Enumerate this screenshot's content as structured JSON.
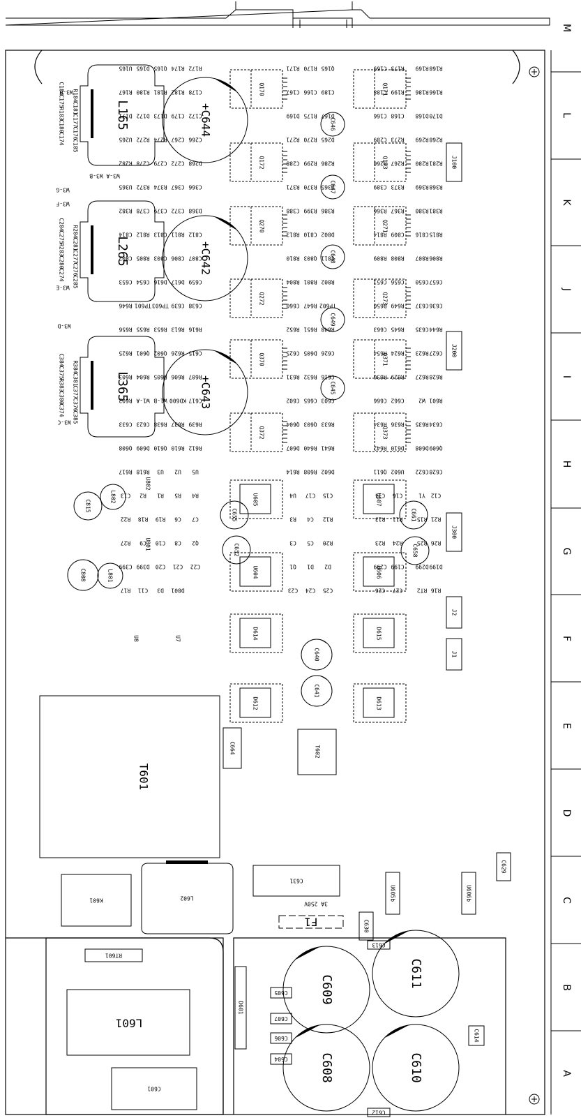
{
  "colors": {
    "ink": "#000000",
    "paper": "#ffffff",
    "fill": "#000000"
  },
  "zone_letters": [
    "M",
    "L",
    "K",
    "J",
    "I",
    "H",
    "G",
    "F",
    "E",
    "D",
    "C",
    "B",
    "A"
  ],
  "inductors": [
    "L165",
    "L265",
    "L365"
  ],
  "inductor_pads": [
    {
      "label": "W3-H"
    },
    {
      "label": "W3-A W3-B"
    },
    {
      "label": "W3-G"
    },
    {
      "label": "W3-F"
    },
    {
      "label": "W3-E"
    },
    {
      "label": "W3-D"
    },
    {
      "label": "W3-C"
    }
  ],
  "big_caps": [
    {
      "label": "+C644"
    },
    {
      "label": "+C642"
    },
    {
      "label": "+C643"
    }
  ],
  "small_caps_left": [
    "C184",
    "C175",
    "R183",
    "C180",
    "C174",
    "R184",
    "C181",
    "C177",
    "C176",
    "C185",
    "C284",
    "C275",
    "R283",
    "C280",
    "C274",
    "R284",
    "C281",
    "C277",
    "C276",
    "C285",
    "C384",
    "C375",
    "R383",
    "C380",
    "C374",
    "R384",
    "C381",
    "C377",
    "C376",
    "C385"
  ],
  "transistors": [
    "Q170",
    "Q171",
    "Q172",
    "Q173",
    "Q270",
    "Q271",
    "Q272",
    "Q273",
    "Q370",
    "Q371",
    "Q372",
    "Q373"
  ],
  "mid_caps": [
    "C646",
    "C647",
    "C648",
    "C649",
    "C645"
  ],
  "connectors": [
    "J100",
    "J200",
    "J300",
    "J2",
    "J1"
  ],
  "ics": [
    "U605",
    "U607",
    "U604",
    "U606"
  ],
  "ics_small": [
    "U802",
    "U801",
    "U8",
    "U7"
  ],
  "diodes": [
    "D614",
    "D615",
    "D612",
    "D613"
  ],
  "electrolytics": [
    "C815",
    "L802",
    "C808",
    "L801",
    "C655",
    "C661",
    "C652",
    "C658",
    "C640",
    "C641"
  ],
  "transformers": [
    "T601",
    "T602"
  ],
  "misc": [
    "C664",
    "K601",
    "L602",
    "C631",
    "F1",
    "3A 250V",
    "RT601",
    "L601",
    "C601",
    "D601"
  ],
  "psu_caps": [
    "C609",
    "C611",
    "C608",
    "C610"
  ],
  "psu_smalls": [
    "C605",
    "C607",
    "C606",
    "C604",
    "C613",
    "C612",
    "C614",
    "C630",
    "C629",
    "U605b",
    "U606b"
  ],
  "tiny_labels": [
    "R171",
    "R170",
    "Q165",
    "C169",
    "R173",
    "R169",
    "R168",
    "U165",
    "D165",
    "Q165",
    "R174",
    "R172",
    "C167",
    "C166",
    "C189",
    "C188",
    "R199",
    "R186",
    "R166",
    "R167",
    "R180",
    "R181",
    "R182",
    "C178",
    "D169",
    "R175",
    "D167",
    "C166",
    "C168",
    "D168",
    "D170",
    "D171",
    "D172",
    "D173",
    "C179",
    "C172",
    "R271",
    "R270",
    "D265",
    "C289",
    "R273",
    "R269",
    "R268",
    "U265",
    "R272",
    "R274",
    "C267",
    "C266",
    "C288",
    "R299",
    "R286",
    "R266",
    "R267",
    "R280",
    "R281",
    "R282",
    "C278",
    "C279",
    "C272",
    "D268",
    "R371",
    "R370",
    "D365",
    "C389",
    "R373",
    "R369",
    "R368",
    "U365",
    "R372",
    "R374",
    "C367",
    "C366",
    "C388",
    "R399",
    "R386",
    "R366",
    "R367",
    "R380",
    "R381",
    "R382",
    "C378",
    "C379",
    "C372",
    "D368",
    "R813",
    "C810",
    "D802",
    "R814",
    "C809",
    "C816",
    "R815",
    "C814",
    "R812",
    "C813",
    "R811",
    "C812",
    "R810",
    "Q803",
    "C811",
    "R809",
    "R808",
    "R807",
    "R806",
    "C802",
    "R805",
    "C803",
    "C806",
    "C807",
    "R804",
    "R801",
    "R802",
    "C651",
    "C656",
    "C650",
    "C657",
    "C653",
    "C654",
    "D616",
    "D617",
    "C659",
    "C660",
    "R647",
    "TP602",
    "R650",
    "R649",
    "C637",
    "C636",
    "R646",
    "TP601",
    "TP603",
    "C639",
    "C638",
    "R652",
    "R651",
    "R648",
    "C663",
    "R645",
    "C635",
    "R644",
    "R656",
    "R655",
    "R653",
    "R613",
    "R616",
    "C625",
    "D605",
    "C626",
    "R654",
    "R624",
    "R623",
    "C627",
    "R625",
    "Q601",
    "Q602",
    "R626",
    "C615",
    "R631",
    "R632",
    "C616",
    "R630",
    "R629",
    "R627",
    "R628",
    "R603",
    "R604",
    "R605",
    "R606",
    "R607",
    "C602",
    "C665",
    "C603",
    "C666",
    "C662",
    "W2",
    "R601",
    "R602",
    "W1-A",
    "W1-B",
    "KD600",
    "C617",
    "Q604",
    "Q603",
    "R633",
    "R634",
    "R636",
    "R635",
    "C634",
    "C633",
    "C623",
    "R638",
    "R637",
    "R639",
    "D607",
    "R640",
    "R641",
    "R642",
    "D610",
    "D608",
    "Q609",
    "Q608",
    "D609",
    "Q610",
    "R610",
    "R612",
    "R614",
    "R608",
    "D602",
    "Q611",
    "U602",
    "C622",
    "C628",
    "R617",
    "R618",
    "U3",
    "U2",
    "U5",
    "U4",
    "C17",
    "C15",
    "C14",
    "C16",
    "Y1",
    "C12",
    "C13",
    "R2",
    "R1",
    "R5",
    "R4",
    "R3",
    "C4",
    "R12",
    "R13",
    "R11",
    "R15",
    "R21",
    "R22",
    "R18",
    "R19",
    "C6",
    "C7",
    "C3",
    "C5",
    "R20",
    "R23",
    "R24",
    "R25",
    "R26",
    "R27",
    "C9",
    "C10",
    "C8",
    "Q2",
    "Q1",
    "D1",
    "D2",
    "C299",
    "C199",
    "D299",
    "D199",
    "C399",
    "D399",
    "C20",
    "C21",
    "C22",
    "C23",
    "C24",
    "C25",
    "C26",
    "C27",
    "RT2",
    "R16",
    "R17",
    "C11",
    "D3",
    "D801"
  ],
  "pin_marks": [
    "1",
    "2",
    "3",
    "1",
    "1",
    "1"
  ],
  "plus_marks": [
    "+",
    "+",
    "+",
    "+",
    "+",
    "+"
  ]
}
